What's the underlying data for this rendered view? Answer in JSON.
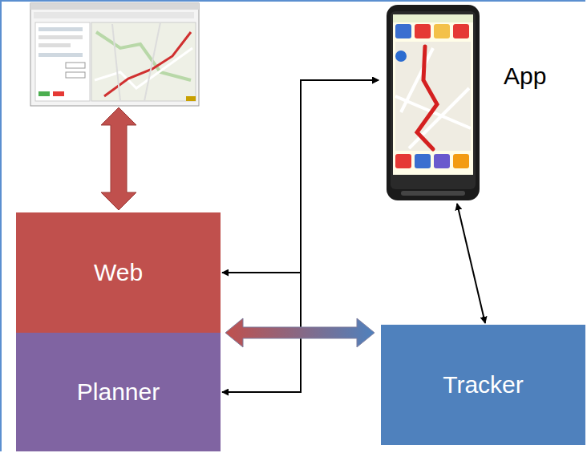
{
  "diagram": {
    "nodes": [
      {
        "text": [
          "App"
        ]
      },
      {
        "text": [
          "Web"
        ]
      },
      {
        "text": [
          "Planner"
        ]
      },
      {
        "text": [
          "Tracker"
        ]
      }
    ],
    "edges": [
      {
        "from": 0,
        "to": 1,
        "arrow": "both"
      },
      {
        "from": 0,
        "to": 2,
        "arrow": "both"
      },
      {
        "from": 1,
        "to": 3,
        "arrow": "both"
      },
      {
        "from": 0,
        "to": 3,
        "arrow": "both"
      }
    ]
  }
}
